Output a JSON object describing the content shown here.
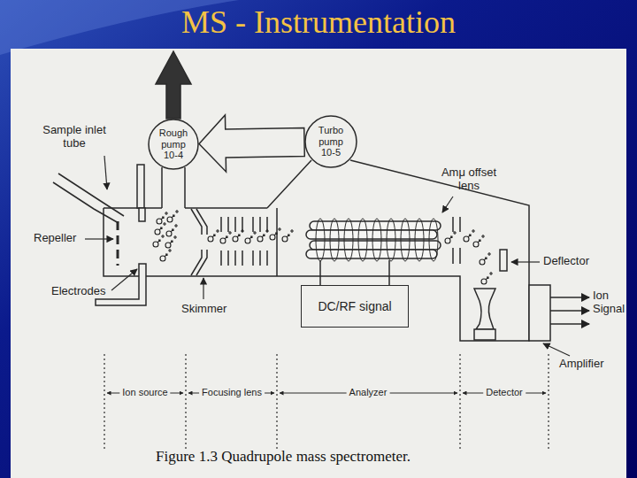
{
  "diagram": {
    "title": "MS - Instrumentation",
    "caption": "Figure 1.3 Quadrupole mass spectrometer.",
    "nodes": [
      {
        "text": [
          "Rough pump 10-4"
        ]
      },
      {
        "text": [
          "Turbo pump 10-5"
        ]
      },
      {
        "text": [
          "DC/RF signal"
        ]
      }
    ],
    "edges": [
      {
        "from": 1,
        "to": 0,
        "arrow": "to"
      }
    ],
    "labels": [
      "Sample inlet tube",
      "Repeller",
      "Electrodes",
      "Skimmer",
      "Amμ offset lens",
      "Deflector",
      "Ion Signal",
      "Amplifier",
      "Ion source",
      "Focusing lens",
      "Analyzer",
      "Detector"
    ]
  }
}
